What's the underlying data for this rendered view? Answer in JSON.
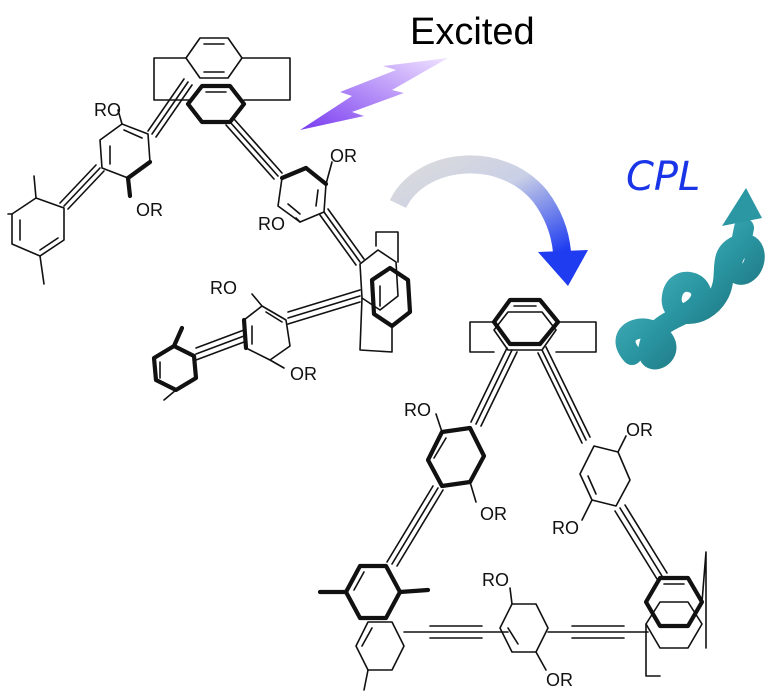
{
  "header": {
    "excited_label": "Excited"
  },
  "side": {
    "cpl_label": "CPL"
  },
  "substituents": {
    "left_ro_1": "RO",
    "left_or_1": "OR",
    "left_ro_2": "RO",
    "left_or_2": "OR",
    "left_ro_3": "RO",
    "left_or_3": "OR",
    "right_ro_1": "RO",
    "right_or_1": "OR",
    "right_ro_2": "RO",
    "right_or_2": "OR",
    "right_ro_3": "RO",
    "right_or_3": "OR"
  },
  "colors": {
    "lightning_start": "#7a3cf0",
    "lightning_end": "#e6d2ff",
    "arrow_start": "#d8d8d8",
    "arrow_end": "#1f3cf0",
    "cpl_text": "#1a35e8",
    "helix": "#2a97a3",
    "helix_dark": "#175f69"
  },
  "icons": [
    "lightning-bolt-icon",
    "curved-arrow-icon",
    "helix-wave-icon"
  ]
}
